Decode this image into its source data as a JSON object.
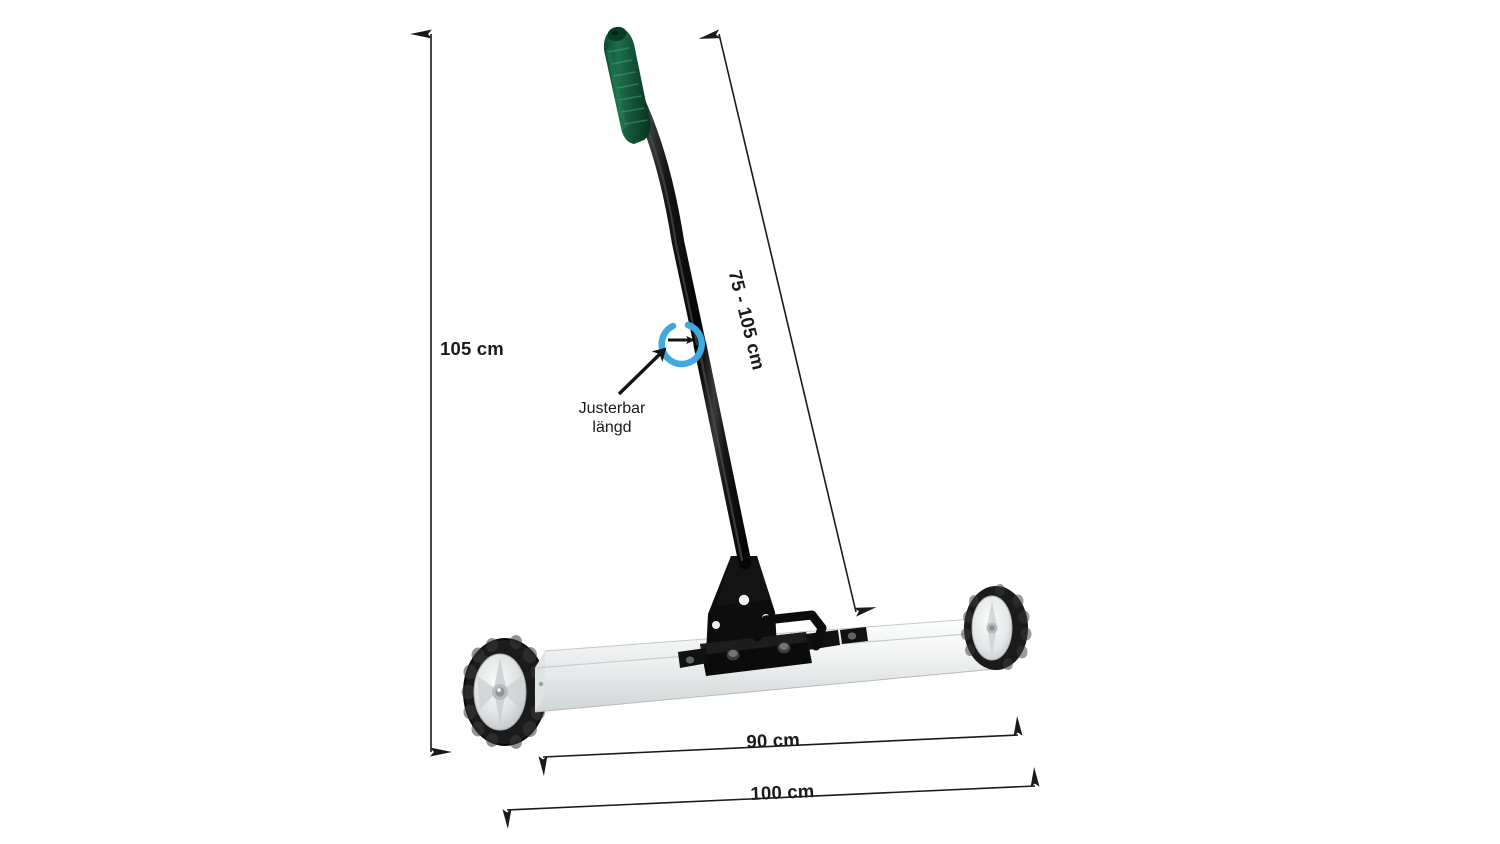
{
  "diagram": {
    "type": "product-dimension-diagram",
    "product": "magnetic floor sweeper with wheels and adjustable handle",
    "background_color": "#ffffff",
    "dimensions": {
      "height": {
        "label": "105 cm",
        "orientation": "vertical",
        "position": "left"
      },
      "handle": {
        "label": "75 - 105 cm",
        "orientation": "diagonal",
        "position": "right-of-pole"
      },
      "bar_width": {
        "label": "90 cm",
        "orientation": "horizontal",
        "position": "below-bar"
      },
      "total_width": {
        "label": "100 cm",
        "orientation": "horizontal",
        "position": "bottom"
      }
    },
    "annotation": {
      "text": "Justerbar längd",
      "line1": "Justerbar",
      "line2": "längd",
      "callout_color": "#3fa9e0",
      "target": "handle length adjustment collar"
    },
    "colors": {
      "line": "#1a1a1a",
      "text": "#1a1a1a",
      "grip_green": "#175f3f",
      "pole_black": "#141414",
      "bracket_black": "#101010",
      "bar_light": "#f2f3f3",
      "bar_shade": "#d6dadb",
      "tire_black": "#1b1b1b",
      "hub_gray": "#d9dcdd",
      "highlight_blue": "#3fa9e0"
    }
  }
}
